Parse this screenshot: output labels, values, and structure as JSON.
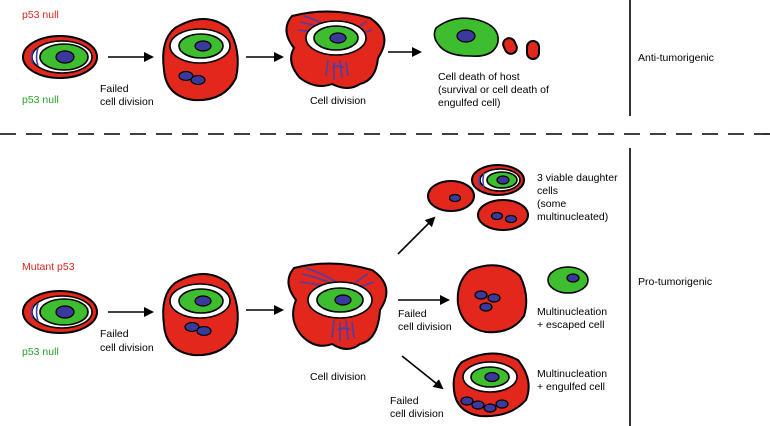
{
  "top_row": {
    "label_host": "p53 null",
    "label_engulfed": "p53 null",
    "step1": [
      "Failed",
      "cell division"
    ],
    "step2": "Cell division",
    "step3": [
      "Cell death of host",
      "(survival or cell death of",
      "engulfed cell)"
    ],
    "outcome": "Anti-tumorigenic"
  },
  "bottom_row": {
    "label_host": "Mutant p53",
    "label_engulfed": "p53 null",
    "step1": [
      "Failed",
      "cell division"
    ],
    "step2": "Cell division",
    "branch_a": [
      "3 viable daughter",
      "cells",
      "(some",
      "multinucleated)"
    ],
    "branch_b_arrow": [
      "Failed",
      "cell division"
    ],
    "branch_b": [
      "Multinucleation",
      "+ escaped cell"
    ],
    "branch_c_arrow": [
      "Failed",
      "cell division"
    ],
    "branch_c": [
      "Multinucleation",
      "+ engulfed cell"
    ],
    "outcome": "Pro-tumorigenic"
  },
  "colors": {
    "host_cell": "#e2271d",
    "engulfed_cell": "#3ebd2e",
    "nucleus": "#3a3a9e",
    "label_red": "#d9261c",
    "label_green": "#2aa02a"
  }
}
